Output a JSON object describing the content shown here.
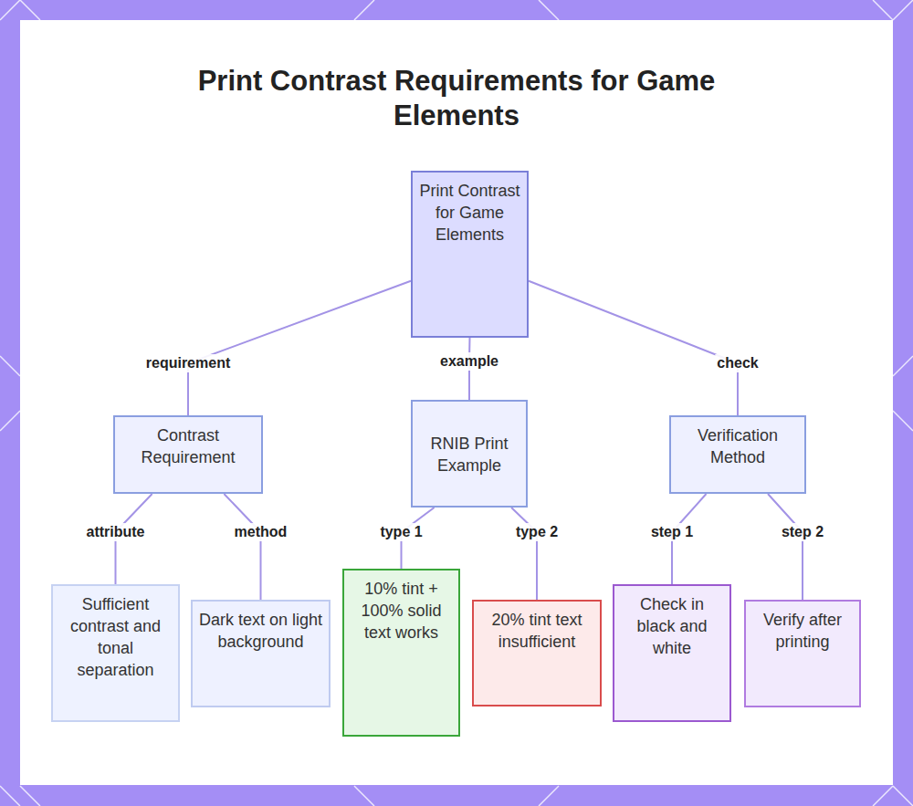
{
  "diagram": {
    "title": "Print Contrast Requirements for Game Elements",
    "nodes": [
      {
        "text": [
          "Print Contrast for Game Elements"
        ]
      },
      {
        "text": [
          "Contrast Requirement"
        ]
      },
      {
        "text": [
          "RNIB Print Example"
        ]
      },
      {
        "text": [
          "Verification Method"
        ]
      },
      {
        "text": [
          "Sufficient contrast and tonal separation"
        ]
      },
      {
        "text": [
          "Dark text on light background"
        ]
      },
      {
        "text": [
          "10% tint + 100% solid text works"
        ]
      },
      {
        "text": [
          "20% tint text insufficient"
        ]
      },
      {
        "text": [
          "Check in black and white"
        ]
      },
      {
        "text": [
          "Verify after printing"
        ]
      }
    ],
    "edges": [
      {
        "from": 0,
        "to": 1,
        "label": "requirement",
        "arrow": "none"
      },
      {
        "from": 0,
        "to": 2,
        "label": "example",
        "arrow": "none"
      },
      {
        "from": 0,
        "to": 3,
        "label": "check",
        "arrow": "none"
      },
      {
        "from": 1,
        "to": 4,
        "label": "attribute",
        "arrow": "none"
      },
      {
        "from": 1,
        "to": 5,
        "label": "method",
        "arrow": "none"
      },
      {
        "from": 2,
        "to": 6,
        "label": "type 1",
        "arrow": "none"
      },
      {
        "from": 2,
        "to": 7,
        "label": "type 2",
        "arrow": "none"
      },
      {
        "from": 3,
        "to": 8,
        "label": "step 1",
        "arrow": "none"
      },
      {
        "from": 3,
        "to": 9,
        "label": "step 2",
        "arrow": "none"
      }
    ]
  }
}
